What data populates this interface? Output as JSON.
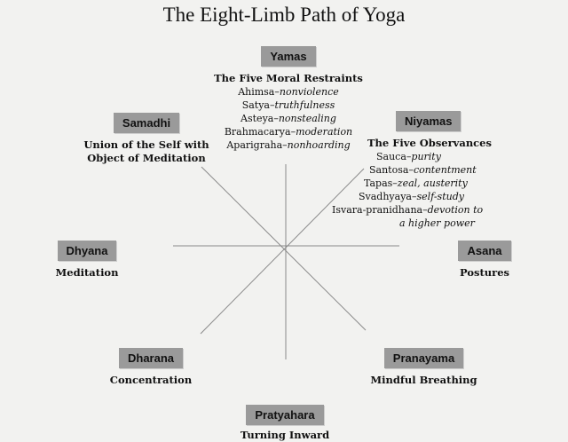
{
  "title": "The Eight-Limb Path of Yoga",
  "limbs": {
    "yamas": {
      "name": "Yamas",
      "heading": "The Five Moral Restraints",
      "items": [
        {
          "term": "Ahimsa",
          "sep": "–",
          "meaning": "nonviolence"
        },
        {
          "term": "Satya",
          "sep": "–",
          "meaning": "truthfulness"
        },
        {
          "term": "Asteya",
          "sep": "–",
          "meaning": "nonstealing"
        },
        {
          "term": "Brahmacarya",
          "sep": "–",
          "meaning": "moderation"
        },
        {
          "term": "Aparigraha",
          "sep": "–",
          "meaning": "nonhoarding"
        }
      ]
    },
    "niyamas": {
      "name": "Niyamas",
      "heading": "The Five Observances",
      "items": [
        {
          "term": "Sauca",
          "sep": "–",
          "meaning": "purity"
        },
        {
          "term": "Santosa",
          "sep": "–",
          "meaning": "contentment"
        },
        {
          "term": "Tapas",
          "sep": "–",
          "meaning": "zeal, austerity"
        },
        {
          "term": "Svadhyaya",
          "sep": "–",
          "meaning": "self-study"
        },
        {
          "term": "Isvara-pranidhana",
          "sep": "–",
          "meaning": "devotion to"
        }
      ],
      "continuation": "a higher power"
    },
    "asana": {
      "name": "Asana",
      "subtitle": "Postures"
    },
    "pranayama": {
      "name": "Pranayama",
      "subtitle": "Mindful Breathing"
    },
    "pratyahara": {
      "name": "Pratyahara",
      "subtitle": "Turning Inward"
    },
    "dharana": {
      "name": "Dharana",
      "subtitle": "Concentration"
    },
    "dhyana": {
      "name": "Dhyana",
      "subtitle": "Meditation"
    },
    "samadhi": {
      "name": "Samadhi",
      "subtitle_lines": [
        "Union of the Self with",
        "Object of Meditation"
      ]
    }
  },
  "colors": {
    "badge": "#9a9a9a",
    "lines": "#8a8a8a",
    "background": "#f2f2f0"
  }
}
